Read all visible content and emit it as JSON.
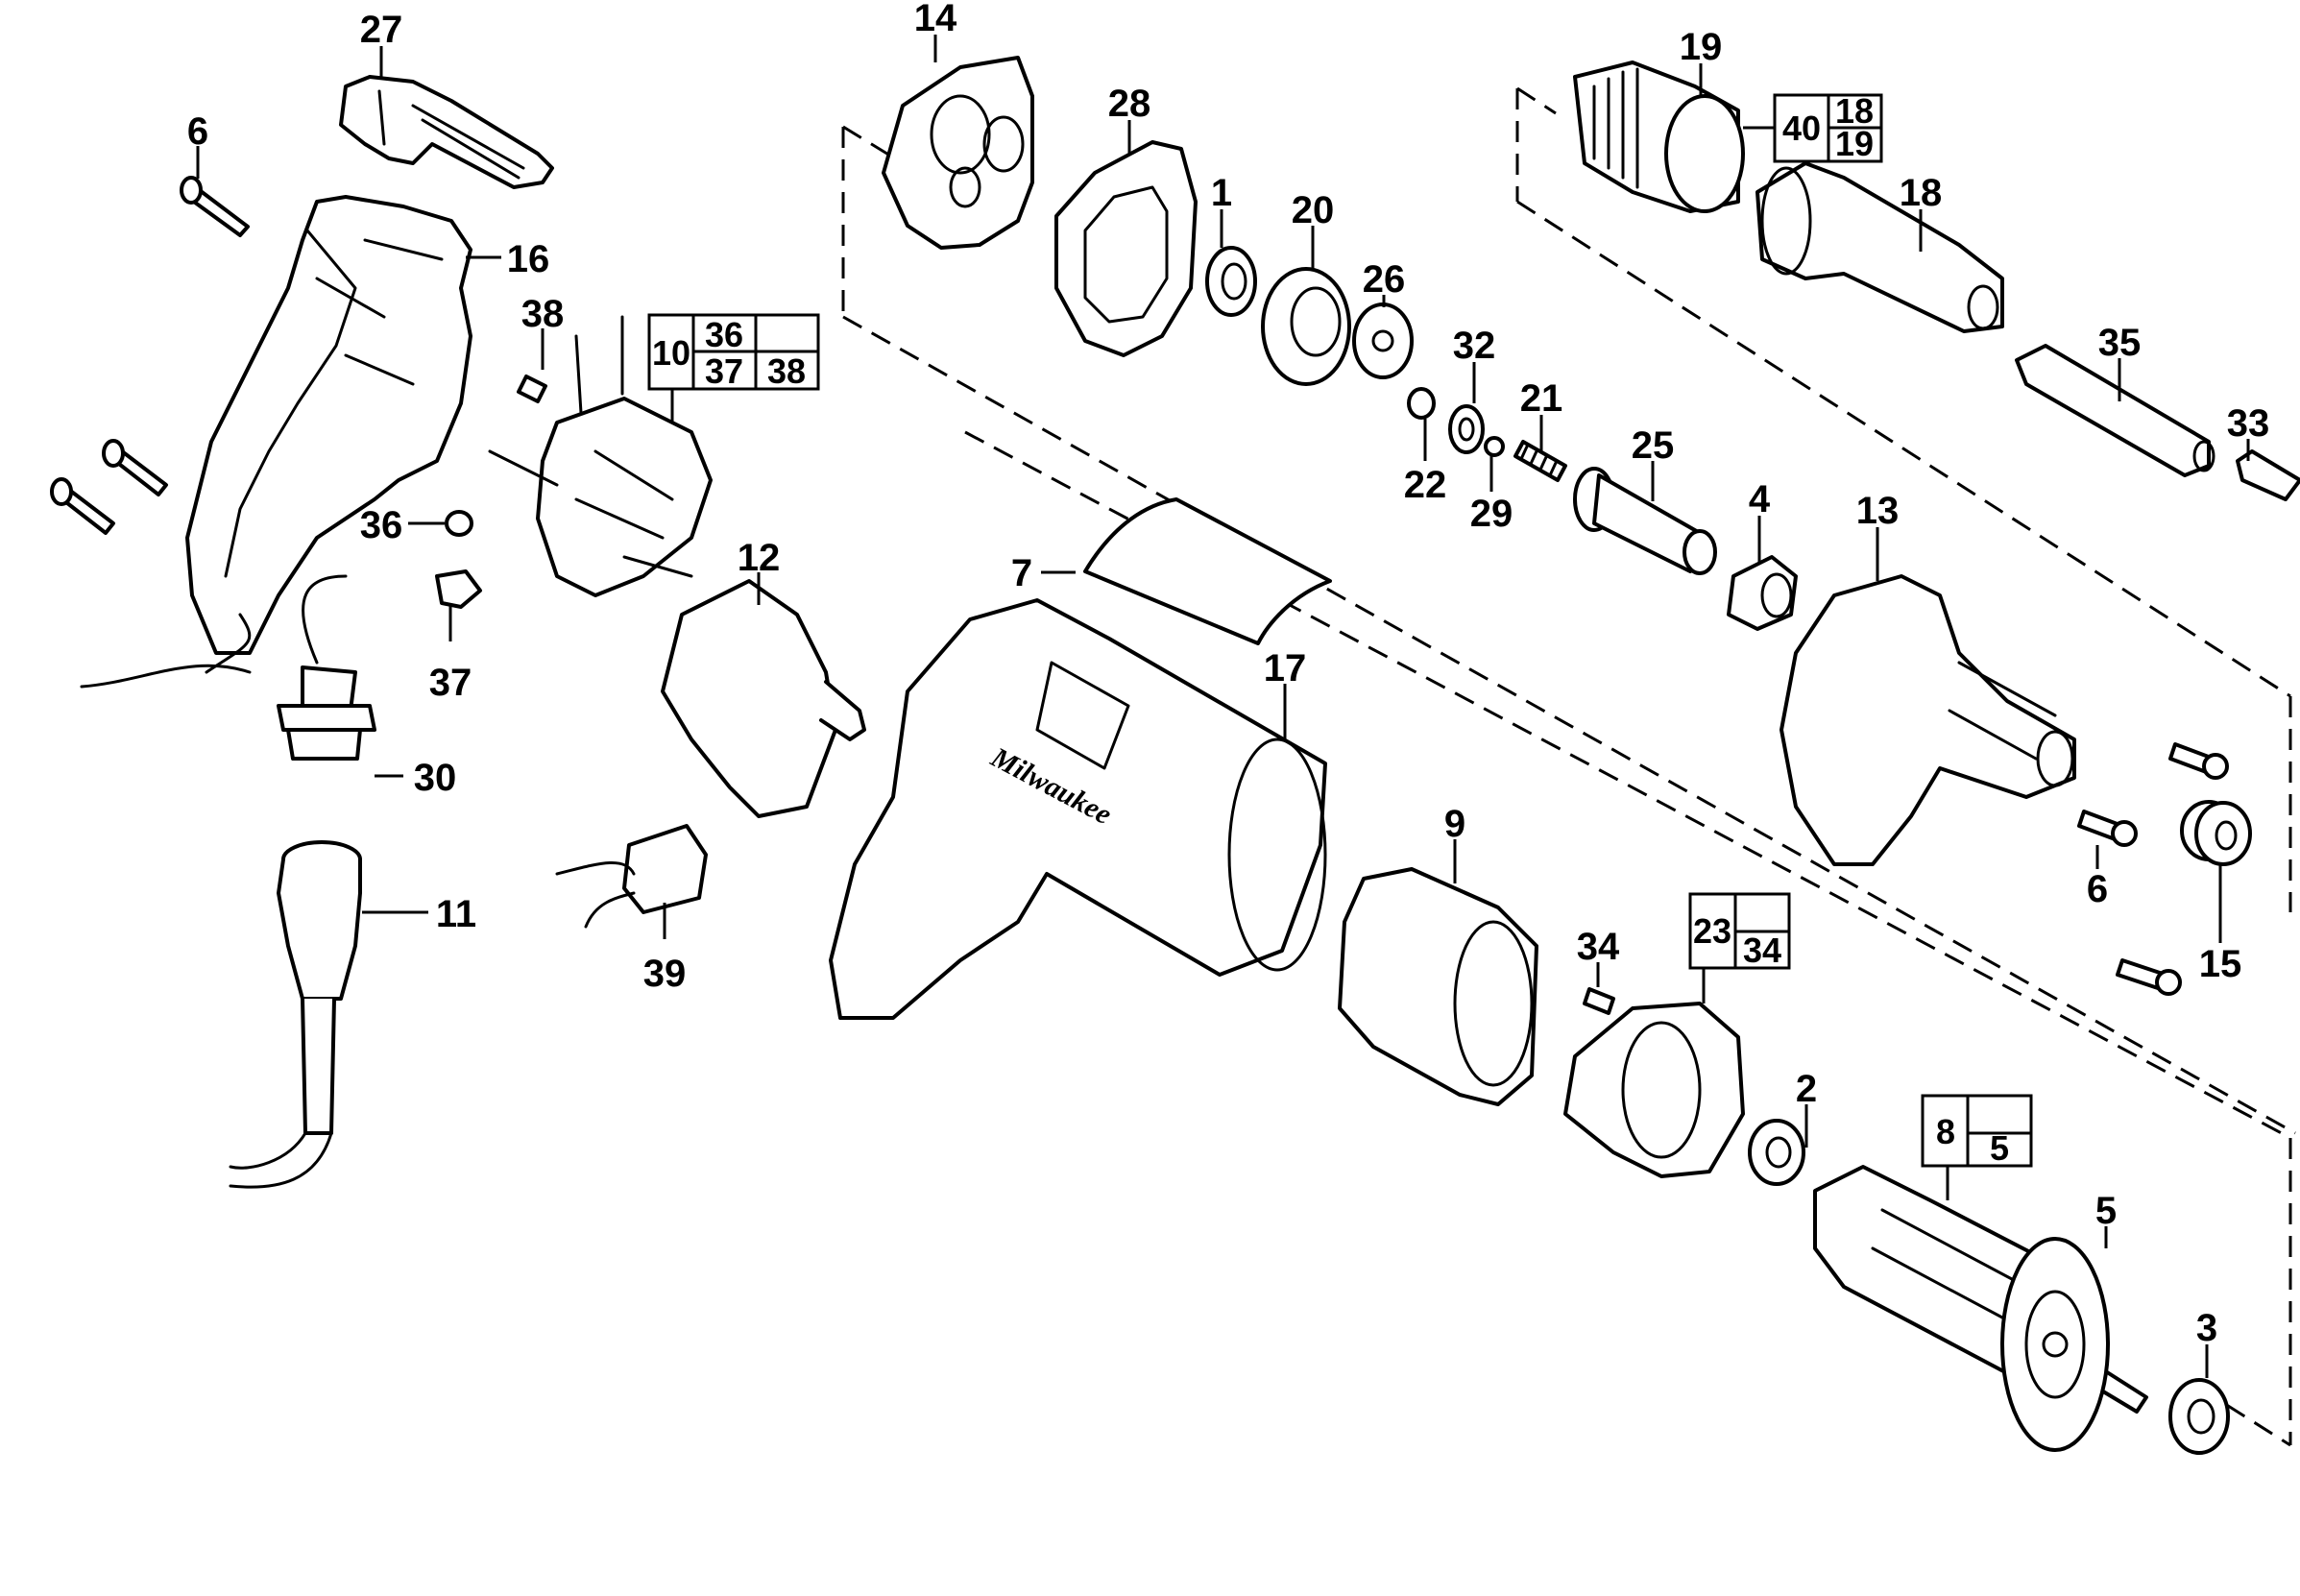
{
  "diagram": {
    "type": "exploded-parts-diagram",
    "subject": "Corded drywall screwdriver",
    "brand_mark": "Milwaukee",
    "colors": {
      "line": "#000000",
      "background": "#ffffff"
    },
    "callouts": [
      {
        "id": "c27",
        "label": "27",
        "part": "belt-clip"
      },
      {
        "id": "c6a",
        "label": "6",
        "part": "screw-handle"
      },
      {
        "id": "c16",
        "label": "16",
        "part": "handle-half"
      },
      {
        "id": "c38",
        "label": "38",
        "part": "sleeve"
      },
      {
        "id": "c36",
        "label": "36",
        "part": "clip"
      },
      {
        "id": "c37",
        "label": "37",
        "part": "lock-button"
      },
      {
        "id": "c30",
        "label": "30",
        "part": "cord-socket"
      },
      {
        "id": "c11",
        "label": "11",
        "part": "quik-lok-cord"
      },
      {
        "id": "c12",
        "label": "12",
        "part": "switch"
      },
      {
        "id": "c39",
        "label": "39",
        "part": "capacitor"
      },
      {
        "id": "c14",
        "label": "14",
        "part": "bearing-plate"
      },
      {
        "id": "c28",
        "label": "28",
        "part": "gasket"
      },
      {
        "id": "c1",
        "label": "1",
        "part": "ball-bearing"
      },
      {
        "id": "c20",
        "label": "20",
        "part": "gear"
      },
      {
        "id": "c26",
        "label": "26",
        "part": "clutch"
      },
      {
        "id": "c32",
        "label": "32",
        "part": "washer"
      },
      {
        "id": "c21",
        "label": "21",
        "part": "spring"
      },
      {
        "id": "c22",
        "label": "22",
        "part": "spacer"
      },
      {
        "id": "c29",
        "label": "29",
        "part": "retaining-ring"
      },
      {
        "id": "c25",
        "label": "25",
        "part": "spindle"
      },
      {
        "id": "c4",
        "label": "4",
        "part": "needle-bearing"
      },
      {
        "id": "c13",
        "label": "13",
        "part": "gear-case"
      },
      {
        "id": "c19",
        "label": "19",
        "part": "locator-sleeve"
      },
      {
        "id": "c18",
        "label": "18",
        "part": "nose-cone"
      },
      {
        "id": "c35",
        "label": "35",
        "part": "bit-holder"
      },
      {
        "id": "c33",
        "label": "33",
        "part": "bit"
      },
      {
        "id": "c7",
        "label": "7",
        "part": "nameplate"
      },
      {
        "id": "c17",
        "label": "17",
        "part": "motor-housing"
      },
      {
        "id": "c9",
        "label": "9",
        "part": "field"
      },
      {
        "id": "c34",
        "label": "34",
        "part": "brush"
      },
      {
        "id": "c2",
        "label": "2",
        "part": "ball-bearing"
      },
      {
        "id": "c5",
        "label": "5",
        "part": "fan"
      },
      {
        "id": "c3",
        "label": "3",
        "part": "ball-bearing"
      },
      {
        "id": "c6b",
        "label": "6",
        "part": "screw-gear-case"
      },
      {
        "id": "c15",
        "label": "15",
        "part": "bumper"
      }
    ],
    "kits": [
      {
        "id": "kit10",
        "main": "10",
        "cells": [
          "36",
          "",
          "37",
          "38"
        ]
      },
      {
        "id": "kit40",
        "main": "40",
        "cells": [
          "18",
          "19"
        ]
      },
      {
        "id": "kit23",
        "main": "23",
        "cells": [
          "",
          "34"
        ]
      },
      {
        "id": "kit8",
        "main": "8",
        "cells": [
          "",
          "5"
        ]
      }
    ]
  }
}
